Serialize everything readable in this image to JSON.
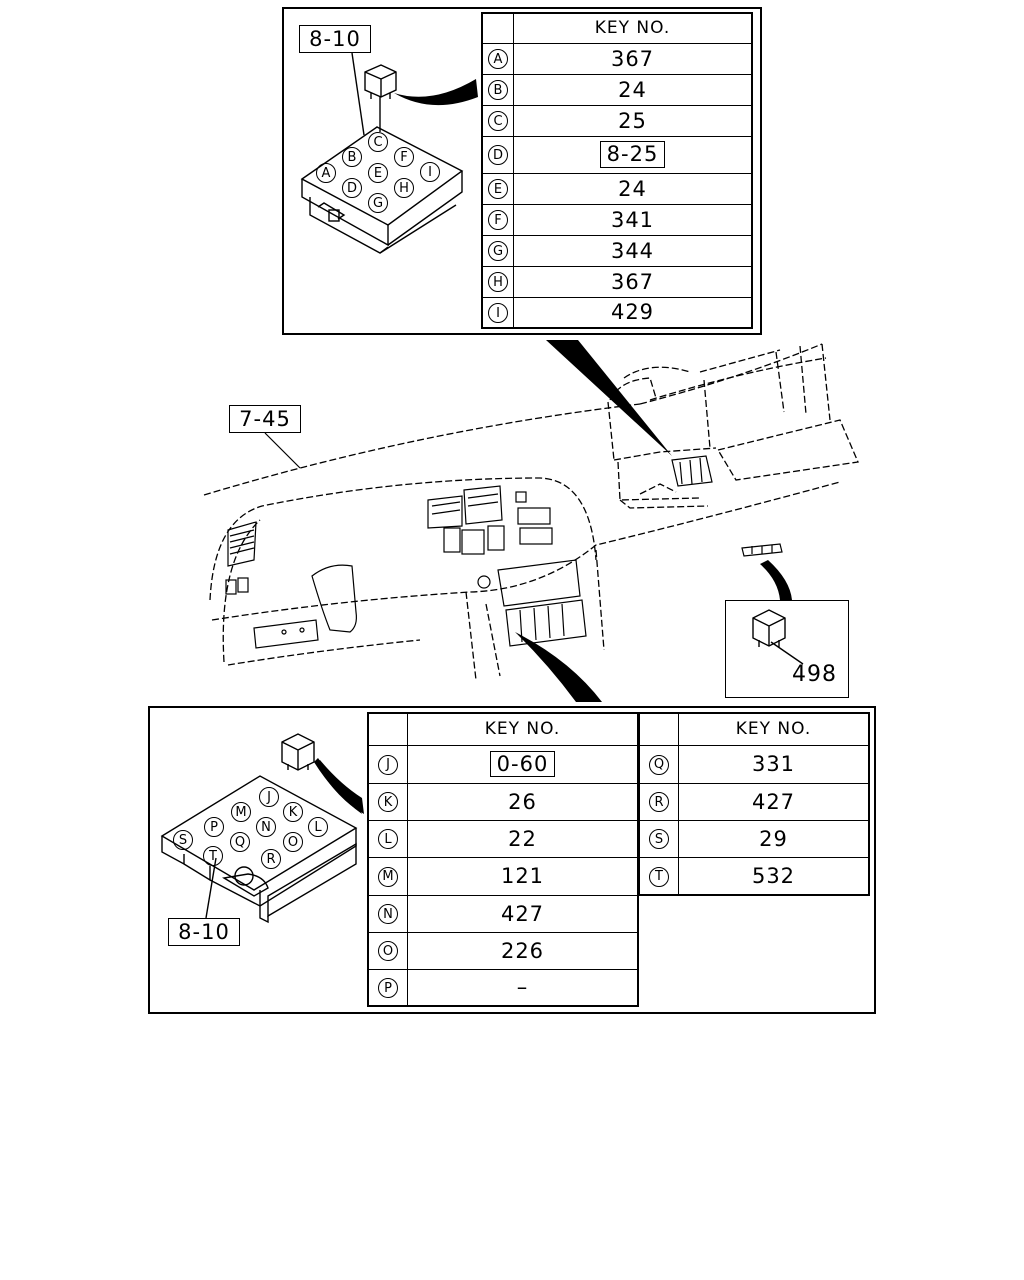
{
  "top_panel": {
    "ref_label": "8-10",
    "header": "KEY NO.",
    "rows": [
      {
        "letter": "A",
        "value": "367",
        "boxed": false
      },
      {
        "letter": "B",
        "value": "24",
        "boxed": false
      },
      {
        "letter": "C",
        "value": "25",
        "boxed": false
      },
      {
        "letter": "D",
        "value": "8-25",
        "boxed": true
      },
      {
        "letter": "E",
        "value": "24",
        "boxed": false
      },
      {
        "letter": "F",
        "value": "341",
        "boxed": false
      },
      {
        "letter": "G",
        "value": "344",
        "boxed": false
      },
      {
        "letter": "H",
        "value": "367",
        "boxed": false
      },
      {
        "letter": "I",
        "value": "429",
        "boxed": false
      }
    ],
    "block_letters": [
      "A",
      "B",
      "C",
      "D",
      "E",
      "F",
      "G",
      "H",
      "I"
    ]
  },
  "dashboard": {
    "ref_label": "7-45",
    "relay_key": "498"
  },
  "bottom_panel": {
    "ref_label": "8-10",
    "left_table": {
      "header": "KEY NO.",
      "rows": [
        {
          "letter": "J",
          "value": "0-60",
          "boxed": true
        },
        {
          "letter": "K",
          "value": "26",
          "boxed": false
        },
        {
          "letter": "L",
          "value": "22",
          "boxed": false
        },
        {
          "letter": "M",
          "value": "121",
          "boxed": false
        },
        {
          "letter": "N",
          "value": "427",
          "boxed": false
        },
        {
          "letter": "O",
          "value": "226",
          "boxed": false
        },
        {
          "letter": "P",
          "value": "–",
          "boxed": false
        }
      ]
    },
    "right_table": {
      "header": "KEY NO.",
      "rows": [
        {
          "letter": "Q",
          "value": "331",
          "boxed": false
        },
        {
          "letter": "R",
          "value": "427",
          "boxed": false
        },
        {
          "letter": "S",
          "value": "29",
          "boxed": false
        },
        {
          "letter": "T",
          "value": "532",
          "boxed": false
        }
      ]
    },
    "block_letters": [
      "J",
      "K",
      "L",
      "M",
      "N",
      "O",
      "P",
      "Q",
      "R",
      "S",
      "T"
    ]
  }
}
